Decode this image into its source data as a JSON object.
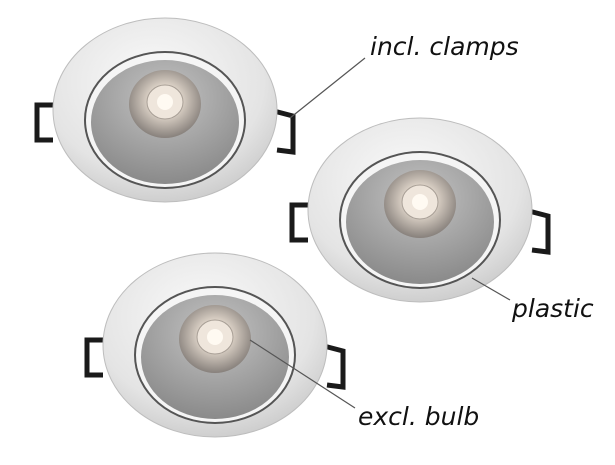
{
  "labels": {
    "clamps": "incl. clamps",
    "material": "plastic",
    "bulb": "excl. bulb"
  },
  "colors": {
    "ring": "#e6e6e6",
    "cup": "#9a9a9a",
    "clamp": "#1a1a1a",
    "leader": "#555555"
  }
}
